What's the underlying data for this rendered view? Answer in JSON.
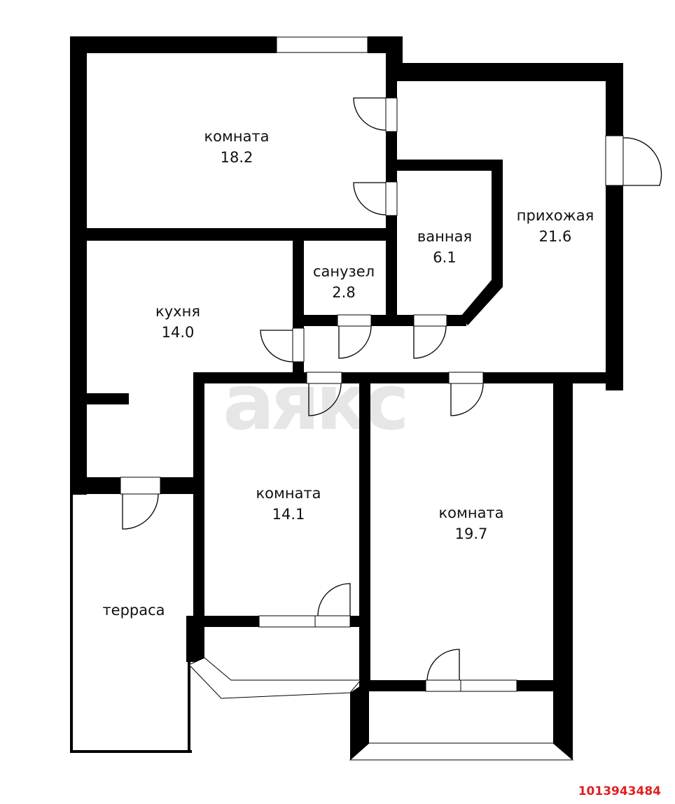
{
  "floorplan": {
    "watermark": "аякс",
    "listing_id": "1013943484",
    "colors": {
      "wall": "#000000",
      "background": "#ffffff",
      "watermark": "#e6e6e6",
      "listing_id": "#e02020",
      "label": "#111111"
    },
    "rooms": [
      {
        "name": "комната",
        "area": "18.2"
      },
      {
        "name": "прихожая",
        "area": "21.6"
      },
      {
        "name": "ванная",
        "area": "6.1"
      },
      {
        "name": "санузел",
        "area": "2.8"
      },
      {
        "name": "кухня",
        "area": "14.0"
      },
      {
        "name": "комната",
        "area": "14.1"
      },
      {
        "name": "комната",
        "area": "19.7"
      },
      {
        "name": "терраса",
        "area": ""
      }
    ]
  }
}
